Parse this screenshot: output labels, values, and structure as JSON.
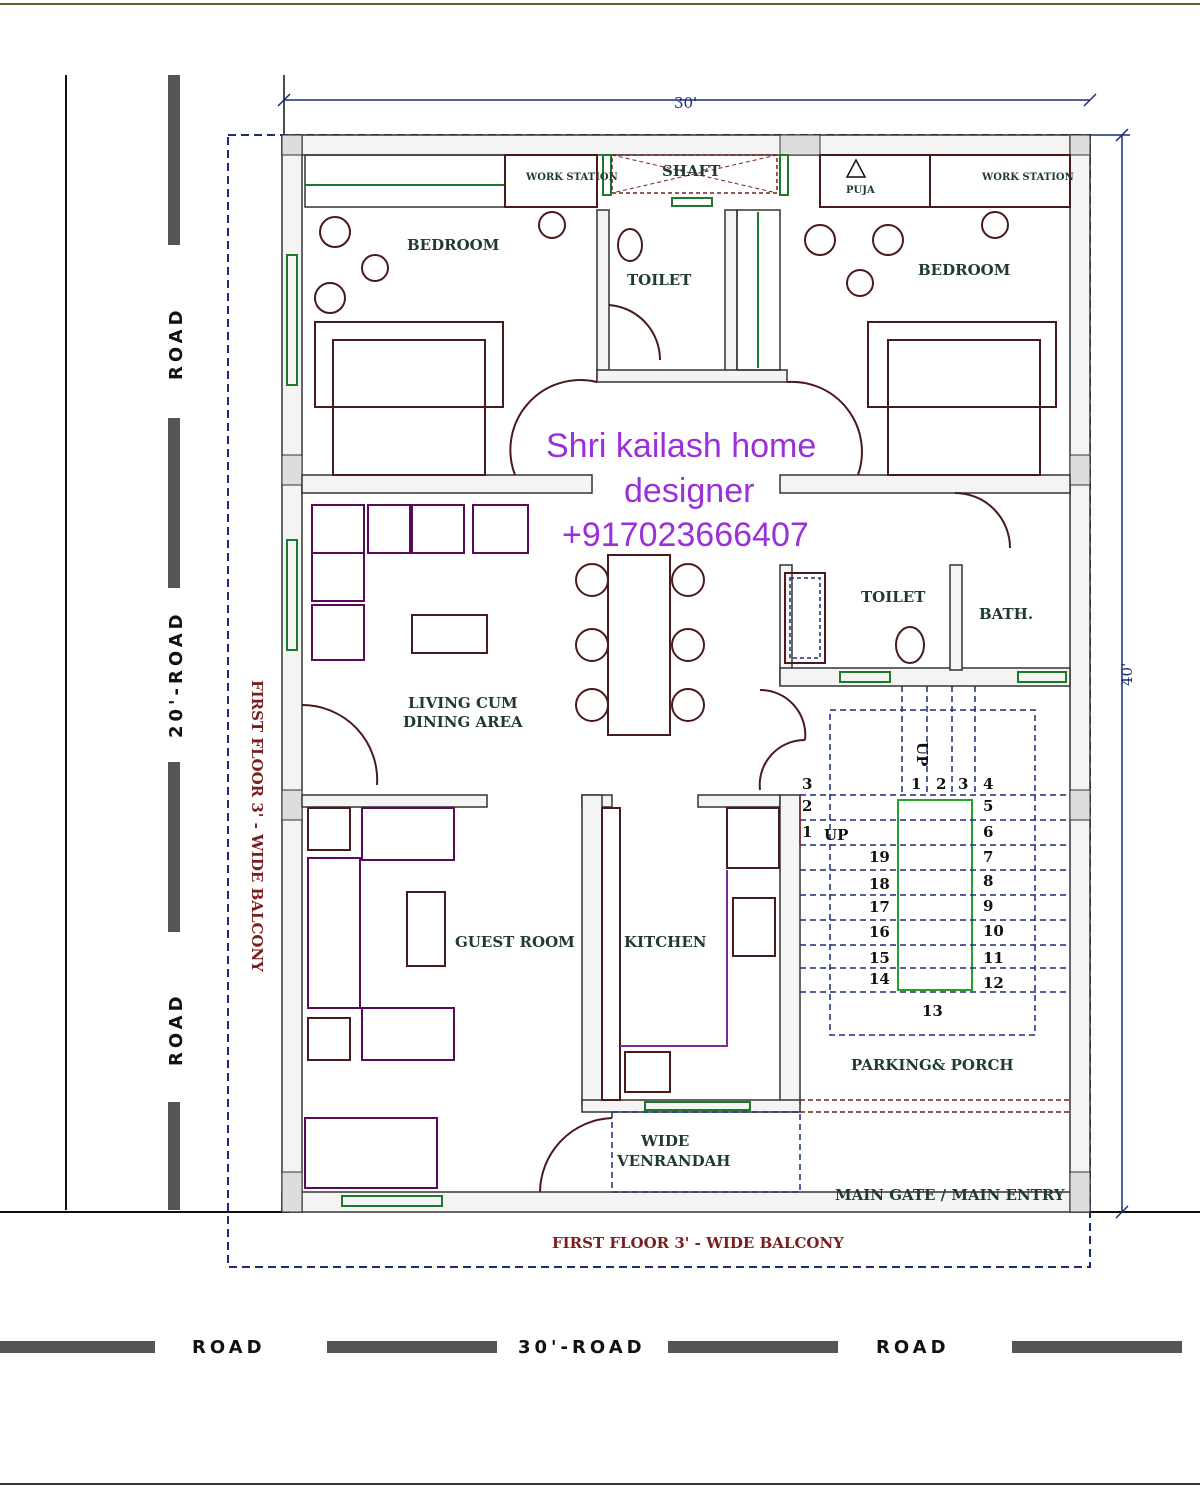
{
  "plot": {
    "width_label": "30'",
    "depth_label": "40'"
  },
  "rooms": {
    "bedroom_left": "BEDROOM",
    "bedroom_right": "BEDROOM",
    "work_station_left": "WORK STATION",
    "work_station_right": "WORK STATION",
    "shaft": "SHAFT",
    "puja": "PUJA",
    "toilet_top": "TOILET",
    "toilet_mid": "TOILET",
    "bath": "BATH.",
    "living_line1": "LIVING CUM",
    "living_line2": "DINING AREA",
    "guest_room": "GUEST ROOM",
    "kitchen": "KITCHEN",
    "verandah_line1": "WIDE",
    "verandah_line2": "VENRANDAH",
    "parking": "PARKING& PORCH",
    "main_gate": "MAIN GATE / MAIN ENTRY"
  },
  "balcony": {
    "bottom": "FIRST FLOOR 3' - WIDE BALCONY",
    "side": "FIRST FLOOR 3' - WIDE BALCONY"
  },
  "roads": {
    "left_top": "ROAD",
    "left_mid": "20'-ROAD",
    "left_bottom": "ROAD",
    "bottom_left": "ROAD",
    "bottom_mid": "30'-ROAD",
    "bottom_right": "ROAD"
  },
  "stairs": {
    "up_top": "UP",
    "up_left": "UP",
    "steps": [
      "1",
      "2",
      "3",
      "4",
      "5",
      "6",
      "7",
      "8",
      "9",
      "10",
      "11",
      "12",
      "13",
      "14",
      "15",
      "16",
      "17",
      "18",
      "19"
    ],
    "entry_steps": [
      "1",
      "2",
      "3"
    ]
  },
  "watermark": {
    "line1": "Shri kailash home",
    "line2": "designer",
    "line3": "+917023666407"
  },
  "colors": {
    "wall": "#333333",
    "furniture": "#4a1a1a",
    "window": "#1a7a2a",
    "dashed": "#1a2d7a",
    "watermark": "#9b30d9"
  }
}
